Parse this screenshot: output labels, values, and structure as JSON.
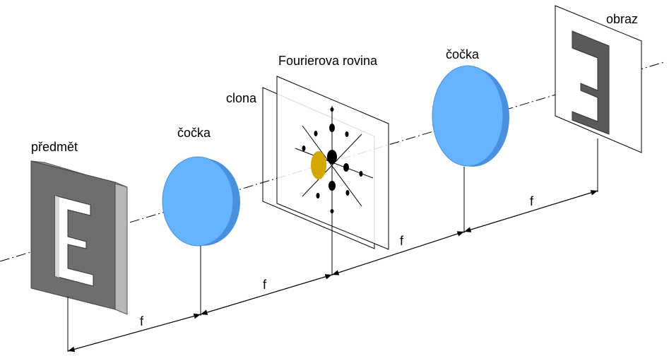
{
  "labels": {
    "object": "předmět",
    "lens1": "čočka",
    "aperture": "clona",
    "fourier_plane": "Fourierova rovina",
    "lens2": "čočka",
    "image": "obraz"
  },
  "dimensions": [
    "f",
    "f",
    "f",
    "f"
  ],
  "colors": {
    "lens_fill": "#66b3ff",
    "lens_edge": "#4a90dd",
    "object_frame": "#6e6e6e",
    "aperture_spot": "#d4a800",
    "dots": "#000000"
  }
}
